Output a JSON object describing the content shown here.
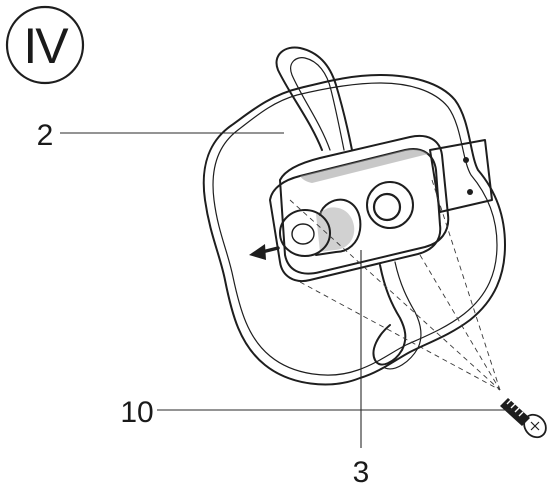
{
  "step": {
    "numeral": "IV"
  },
  "callouts": [
    {
      "id": "2",
      "text": "2"
    },
    {
      "id": "10",
      "text": "10"
    },
    {
      "id": "3",
      "text": "3"
    }
  ],
  "colors": {
    "ink": "#1e1e1e",
    "background": "#ffffff",
    "shade": "#9a9a9a"
  },
  "icons": {
    "direction": "arrow-left-icon",
    "fastener": "screw-icon"
  }
}
